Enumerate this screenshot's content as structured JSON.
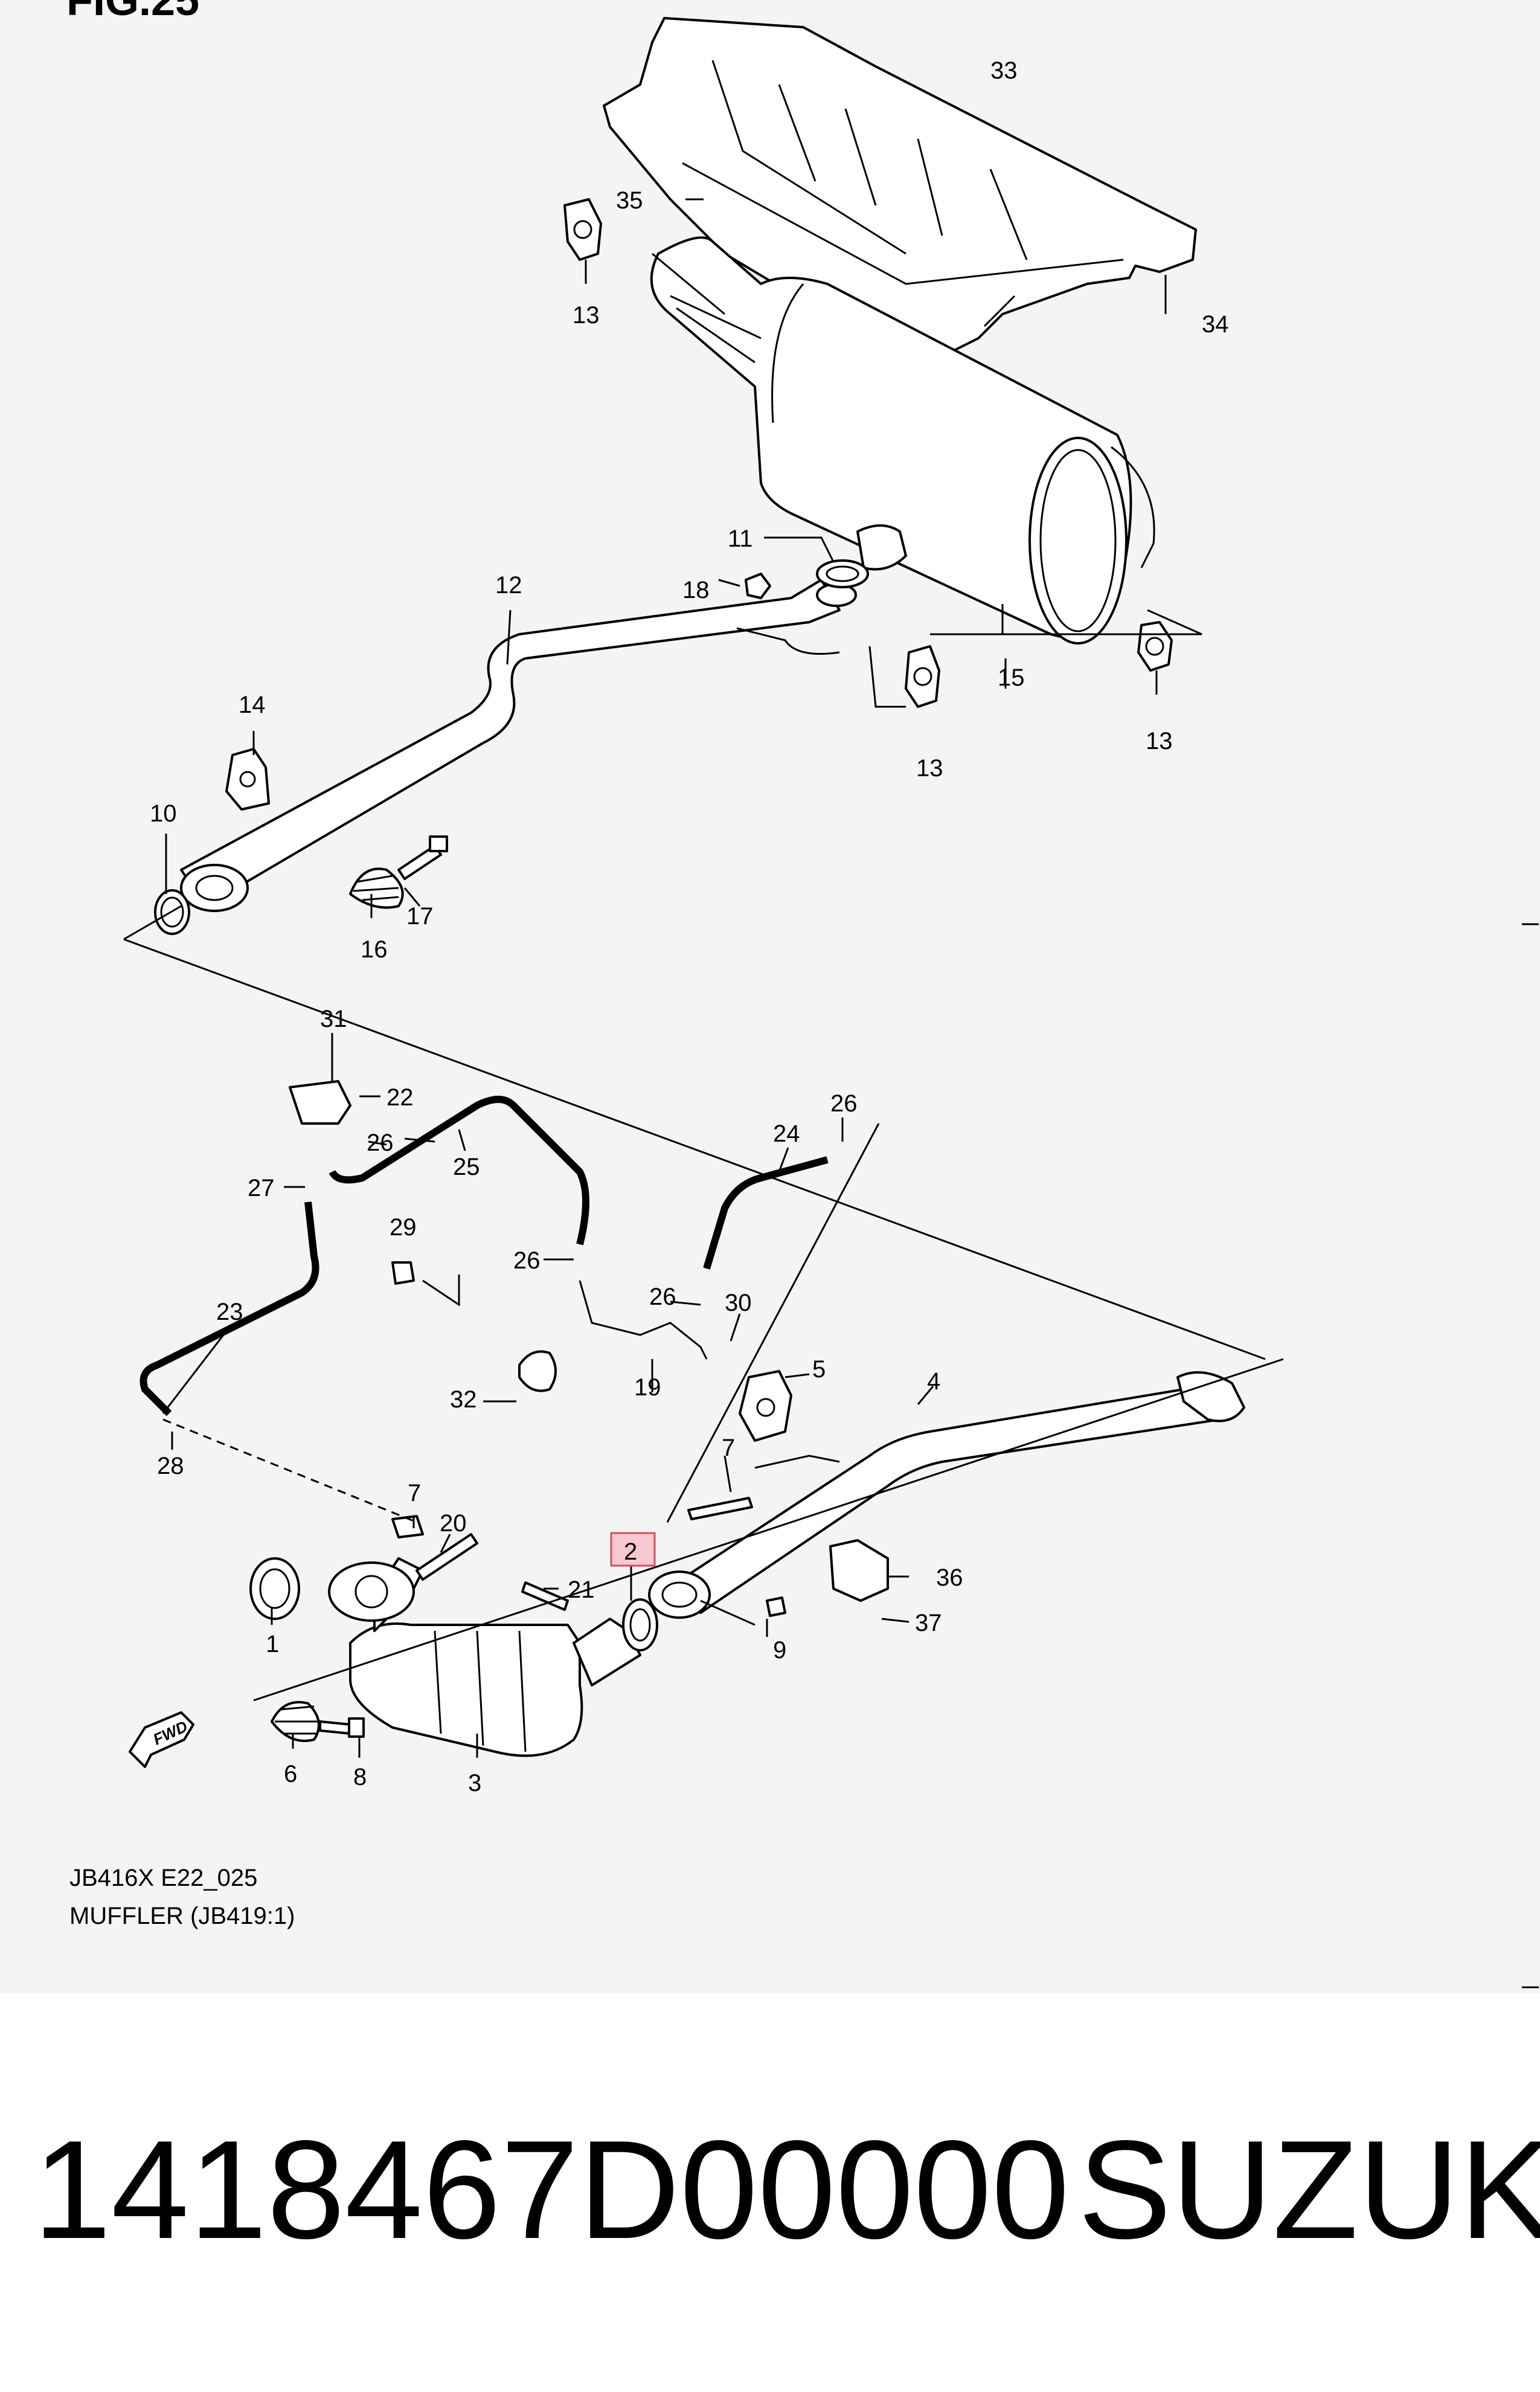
{
  "figure_label": "FIG.25",
  "diagram": {
    "code": "JB416X E22_025",
    "title": "MUFFLER (JB419:1)",
    "fwd_label": "FWD",
    "callouts": [
      "1",
      "2",
      "3",
      "4",
      "5",
      "6",
      "7",
      "7",
      "8",
      "9",
      "10",
      "11",
      "12",
      "13",
      "13",
      "13",
      "14",
      "15",
      "16",
      "17",
      "18",
      "19",
      "20",
      "21",
      "22",
      "23",
      "24",
      "25",
      "26",
      "26",
      "26",
      "26",
      "27",
      "28",
      "29",
      "30",
      "31",
      "32",
      "33",
      "34",
      "35",
      "36",
      "37"
    ],
    "highlighted_callout": "2"
  },
  "part_number": "1418467D00000",
  "brand": "SUZUKI"
}
